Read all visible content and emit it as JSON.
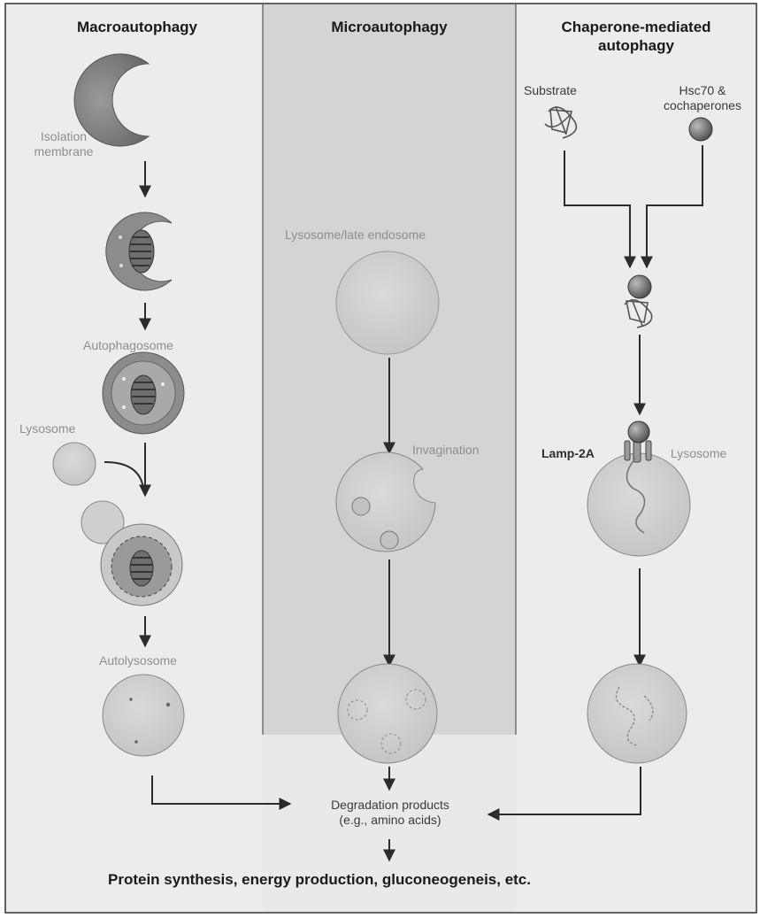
{
  "columns": {
    "macro": {
      "title": "Macroautophagy"
    },
    "micro": {
      "title": "Microautophagy"
    },
    "cma": {
      "title_line1": "Chaperone-mediated",
      "title_line2": "autophagy"
    }
  },
  "labels": {
    "isolation_line1": "Isolation",
    "isolation_line2": "membrane",
    "autophagosome": "Autophagosome",
    "lysosome_macro": "Lysosome",
    "autolysosome": "Autolysosome",
    "lysosome_late_endosome": "Lysosome/late endosome",
    "invagination": "Invagination",
    "substrate": "Substrate",
    "hsc70_line1": "Hsc70 &",
    "hsc70_line2": "cochaperones",
    "lamp2a": "Lamp-2A",
    "lysosome_cma": "Lysosome",
    "degradation_line1": "Degradation products",
    "degradation_line2": "(e.g., amino acids)",
    "final_outcome": "Protein synthesis, energy production, gluconeogeneis, etc."
  },
  "colors": {
    "lysosome_fill": "#cfcfcf",
    "autophagosome_fill": "#8c8c8c",
    "middle_panel": "#d4d4d4",
    "arrow": "#2b2b2b"
  }
}
